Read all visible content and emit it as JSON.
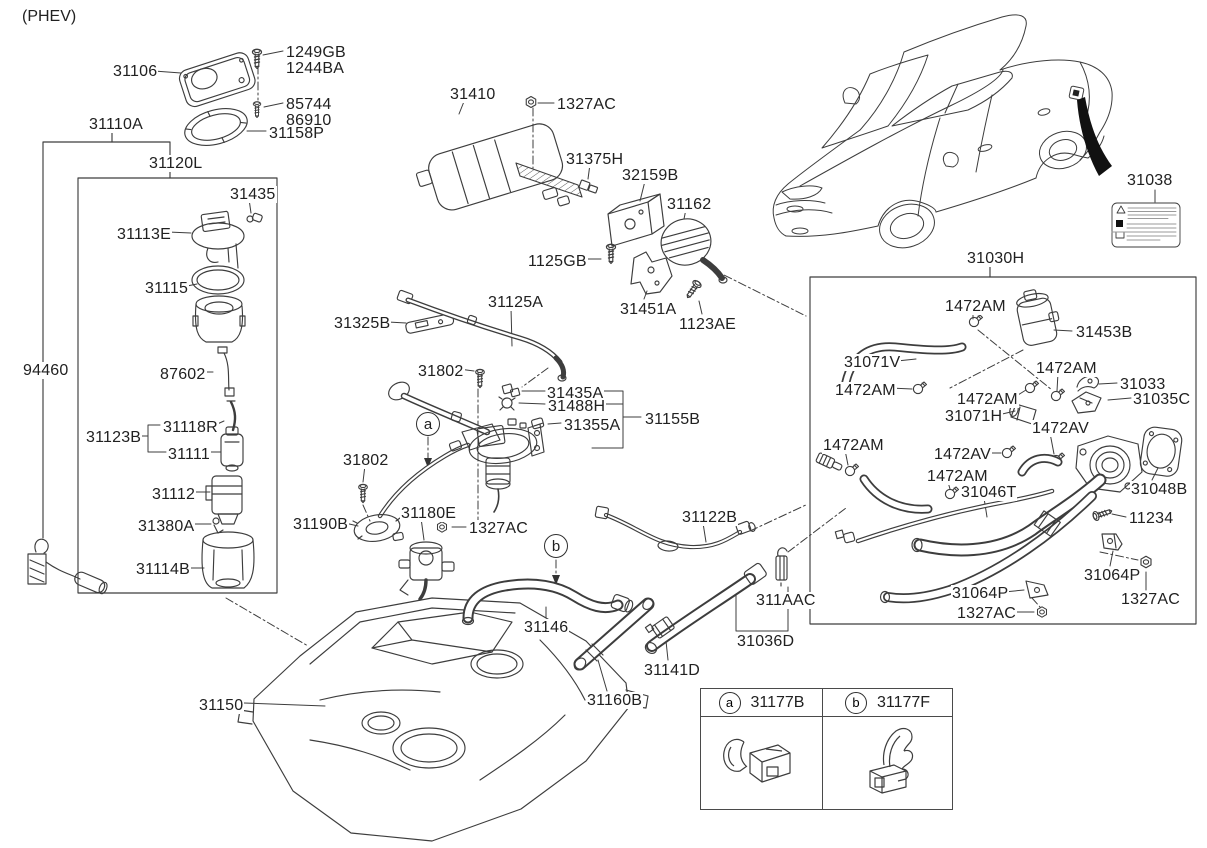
{
  "variant": "(PHEV)",
  "parts": {
    "p31106": "31106",
    "p1249GB": "1249GB",
    "p1244BA": "1244BA",
    "p85744": "85744",
    "p86910": "86910",
    "p31158P": "31158P",
    "p31110A": "31110A",
    "p31120L": "31120L",
    "p31435": "31435",
    "p31113E": "31113E",
    "p31115": "31115",
    "p94460": "94460",
    "p87602": "87602",
    "p31123B": "31123B",
    "p31118R": "31118R",
    "p31111": "31111",
    "p31112": "31112",
    "p31380A": "31380A",
    "p31114B": "31114B",
    "p31410": "31410",
    "p1327AC": "1327AC",
    "p31375H": "31375H",
    "p32159B": "32159B",
    "p31162": "31162",
    "p1125GB": "1125GB",
    "p31451A": "31451A",
    "p1123AE": "1123AE",
    "p31325B": "31325B",
    "p31125A": "31125A",
    "p31802": "31802",
    "p31435A": "31435A",
    "p31488H": "31488H",
    "p31355A": "31355A",
    "p31155B": "31155B",
    "p31190B": "31190B",
    "p31180E": "31180E",
    "p31146": "31146",
    "p31122B": "31122B",
    "p311AAC": "311AAC",
    "p31036D": "31036D",
    "p31141D": "31141D",
    "p31160B": "31160B",
    "p31150": "31150",
    "p31038": "31038",
    "p31030H": "31030H",
    "p1472AM": "1472AM",
    "p31453B": "31453B",
    "p31071V": "31071V",
    "p31033": "31033",
    "p31035C": "31035C",
    "p31071H": "31071H",
    "p1472AV": "1472AV",
    "p31046T": "31046T",
    "p31048B": "31048B",
    "p11234": "11234",
    "p31064P": "31064P"
  },
  "callouts": {
    "a": "a",
    "b": "b"
  },
  "legend": {
    "a_letter": "a",
    "a_part": "31177B",
    "b_letter": "b",
    "b_part": "31177F"
  },
  "colors": {
    "line": "#3d3d3d",
    "text": "#212121",
    "pointer_wedge": "#111111"
  }
}
